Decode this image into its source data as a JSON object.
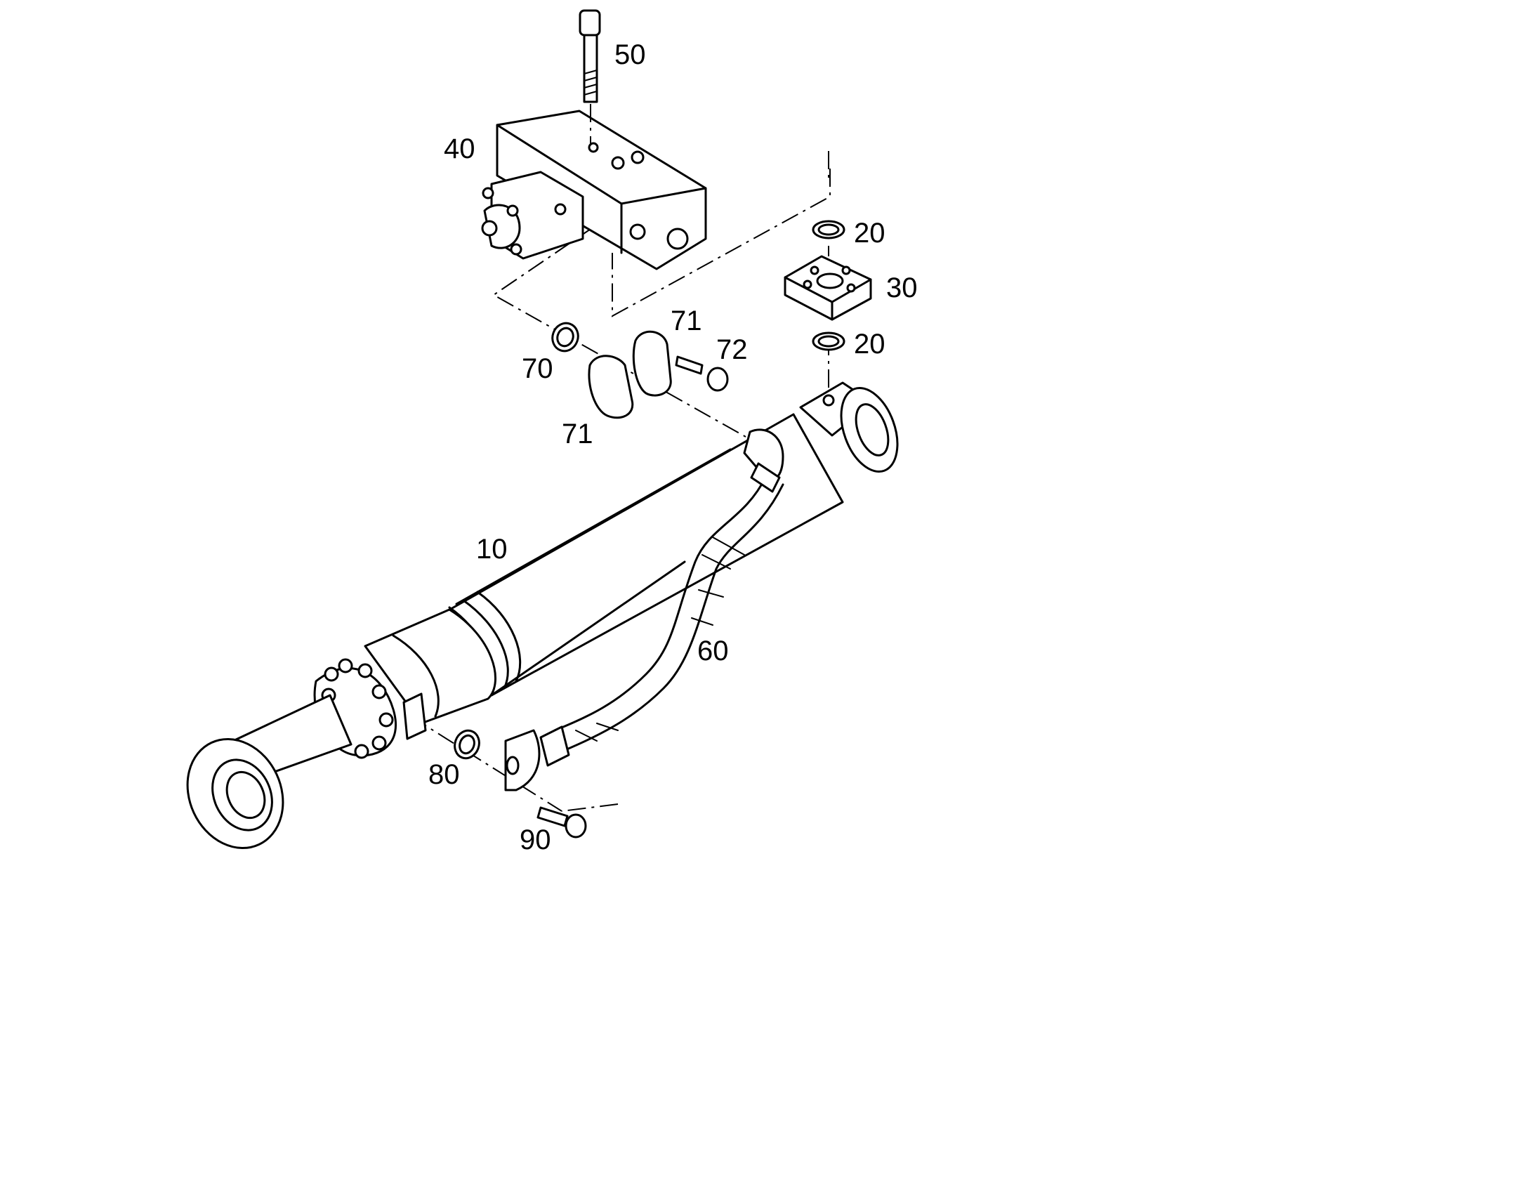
{
  "diagram": {
    "callouts": [
      {
        "id": "c50",
        "text": "50"
      },
      {
        "id": "c40",
        "text": "40"
      },
      {
        "id": "c20a",
        "text": "20"
      },
      {
        "id": "c30",
        "text": "30"
      },
      {
        "id": "c20b",
        "text": "20"
      },
      {
        "id": "c71a",
        "text": "71"
      },
      {
        "id": "c72",
        "text": "72"
      },
      {
        "id": "c70",
        "text": "70"
      },
      {
        "id": "c71b",
        "text": "71"
      },
      {
        "id": "c10",
        "text": "10"
      },
      {
        "id": "c60",
        "text": "60"
      },
      {
        "id": "c80",
        "text": "80"
      },
      {
        "id": "c90",
        "text": "90"
      }
    ]
  }
}
